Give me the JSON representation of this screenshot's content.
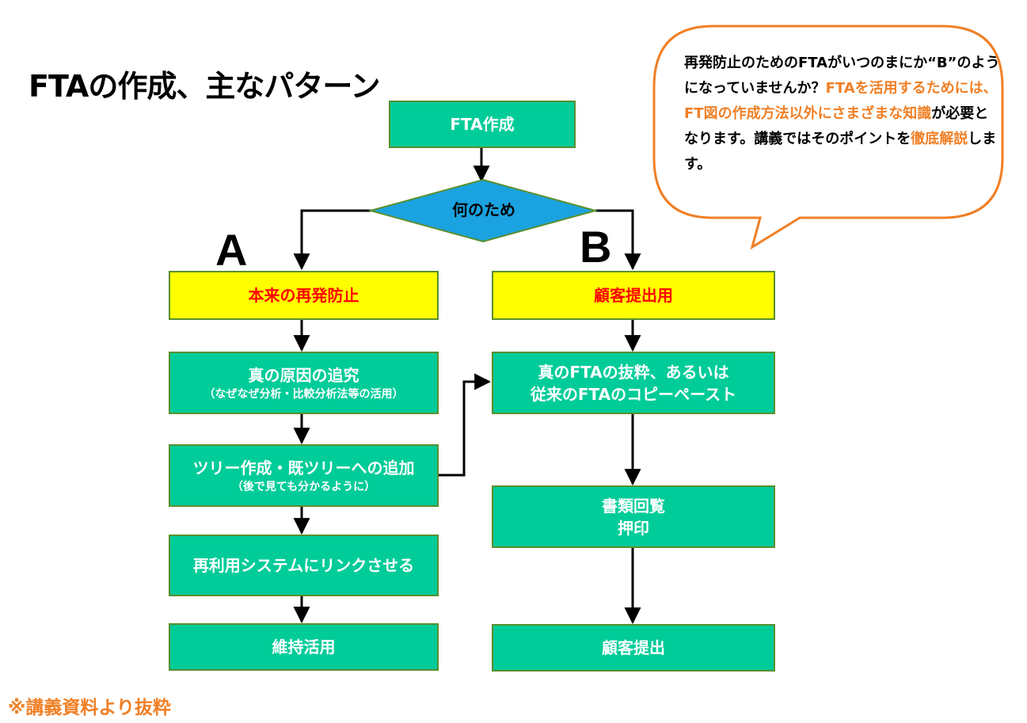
{
  "title": "FTAの作成、主なパターン",
  "footnote": "※講義資料より抜粋",
  "colors": {
    "box_green": "#00cc99",
    "box_yellow": "#ffff00",
    "accent_red": "#ff0000",
    "accent_orange": "#f07f25",
    "diamond_blue": "#1aa3e0"
  },
  "flow": {
    "start": "FTA作成",
    "decision": "何のため",
    "path_a": {
      "letter": "A",
      "header": "本来の再発防止",
      "steps": [
        {
          "main": "真の原因の追究",
          "sub": "（なぜなぜ分析・比較分析法等の活用）"
        },
        {
          "main": "ツリー作成・既ツリーへの追加",
          "sub": "（後で見ても分かるように）"
        },
        {
          "main": "再利用システムにリンクさせる",
          "sub": ""
        },
        {
          "main": "維持活用",
          "sub": ""
        }
      ]
    },
    "path_b": {
      "letter": "B",
      "header": "顧客提出用",
      "steps": [
        {
          "main": "真のFTAの抜粋、あるいは",
          "sub": "従来のFTAのコピーペースト"
        },
        {
          "main": "書類回覧",
          "sub": "押印"
        },
        {
          "main": "顧客提出",
          "sub": ""
        }
      ]
    }
  },
  "callout": {
    "part1": "再発防止のためのFTAがいつのまにか“B”のようになっていませんか？",
    "part2": "FTAを活用するためには、FT図の作成方法以外にさまざまな知識",
    "part3": "が必要となります。講義ではそのポイントを",
    "part4": "徹底解説",
    "part5": "します。"
  }
}
